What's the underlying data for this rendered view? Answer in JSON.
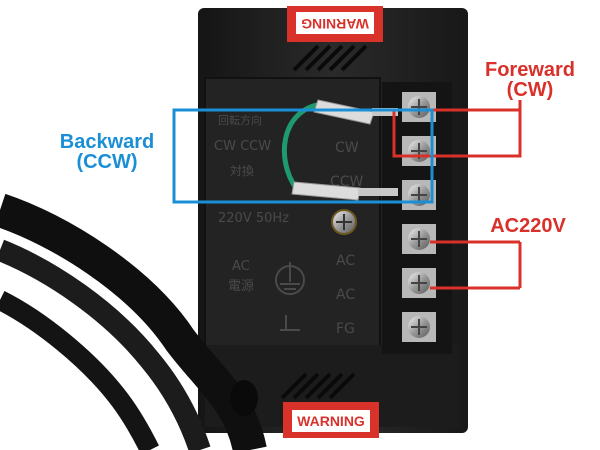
{
  "warning_labels": {
    "top": "WARNING",
    "bottom": "WARNING"
  },
  "callouts": {
    "forward": {
      "line1": "Foreward",
      "line2": "(CW)"
    },
    "backward": {
      "line1": "Backward",
      "line2": "(CCW)"
    },
    "power": {
      "label": "AC220V"
    }
  },
  "terminal_labels": [
    "CW",
    "CCW",
    "AC",
    "AC",
    "FG"
  ],
  "panel_text": {
    "direction_title": "回転方向",
    "direction_options": "CW  CCW",
    "switch_text": "対換",
    "voltage": "220V 50Hz",
    "ac_line1": "AC",
    "ac_line2": "電源"
  },
  "colors": {
    "forward_accent": "#d9302a",
    "backward_accent": "#1b8fd6",
    "jumper_wire": "#1f9a6e",
    "housing": "#1e1e1e"
  }
}
